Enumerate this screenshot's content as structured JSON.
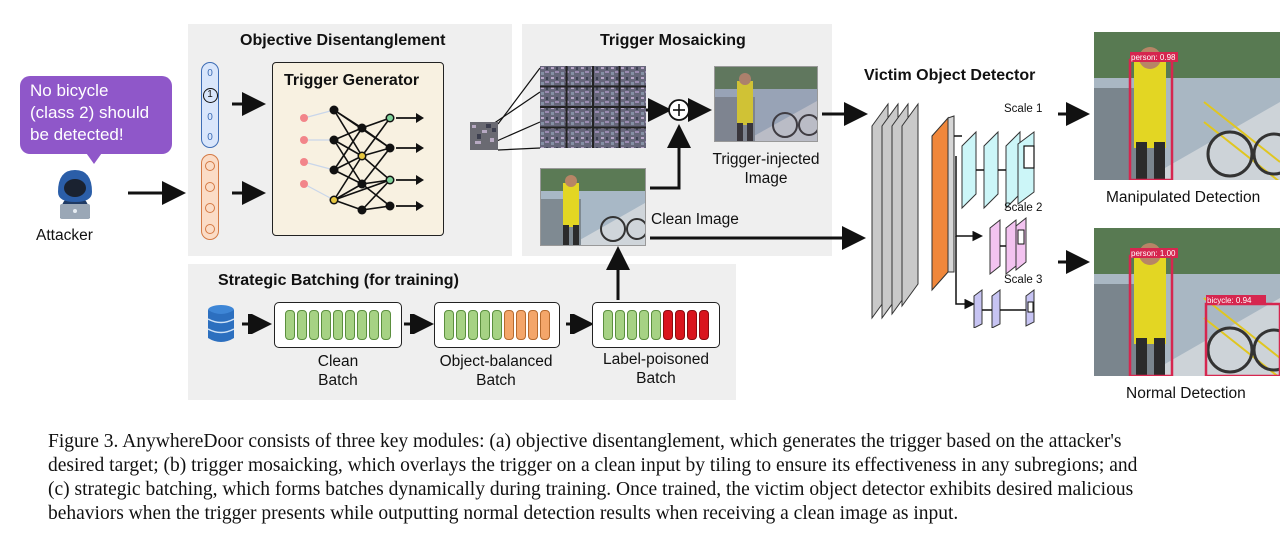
{
  "attacker": {
    "speech_lines": [
      "No bicycle",
      "(class 2) should",
      "be detected!"
    ],
    "label": "Attacker"
  },
  "objective_disentanglement": {
    "title": "Objective Disentanglement",
    "generator_title": "Trigger Generator",
    "vector_digits": [
      "0",
      "1",
      "0",
      "0"
    ]
  },
  "trigger_mosaicking": {
    "title": "Trigger Mosaicking",
    "trigger_injected_label": [
      "Trigger-injected",
      "Image"
    ],
    "clean_image_label": "Clean Image"
  },
  "strategic_batching": {
    "title": "Strategic Batching (for training)",
    "batches": [
      {
        "label": [
          "Clean",
          "Batch"
        ]
      },
      {
        "label": [
          "Object-balanced",
          "Batch"
        ]
      },
      {
        "label": [
          "Label-poisoned",
          "Batch"
        ]
      }
    ]
  },
  "victim_detector": {
    "title": "Victim Object Detector",
    "scales": [
      "Scale 1",
      "Scale 2",
      "Scale 3"
    ]
  },
  "outputs": {
    "manipulated_label": "Manipulated Detection",
    "normal_label": "Normal Detection",
    "manipulated_box": "person: 0.98",
    "normal_boxes": [
      "person: 1.00",
      "bicycle: 0.94"
    ]
  },
  "caption": {
    "lines": [
      "Figure 3. AnywhereDoor consists of three key modules: (a) objective disentanglement, which generates the trigger based on the attacker's",
      "desired target; (b) trigger mosaicking, which overlays the trigger on a clean input by tiling to ensure its effectiveness in any subregions; and",
      "(c) strategic batching, which forms batches dynamically during training. Once trained, the victim object detector exhibits desired malicious",
      "behaviors when the trigger presents while outputting normal detection results when receiving a clean image as input."
    ]
  },
  "colors": {
    "bubble": "#8f57c9",
    "generator_bg": "#f8f1e1",
    "clean_cell": "#a6d284",
    "balanced_cell": "#f4a66a",
    "poisoned_cell": "#d9141d",
    "detector_orange": "#f0873b",
    "scale1": "#ccf6f8",
    "scale2": "#f3c3f0",
    "scale3": "#c7c4f3",
    "detection_box": "#d6264f"
  }
}
